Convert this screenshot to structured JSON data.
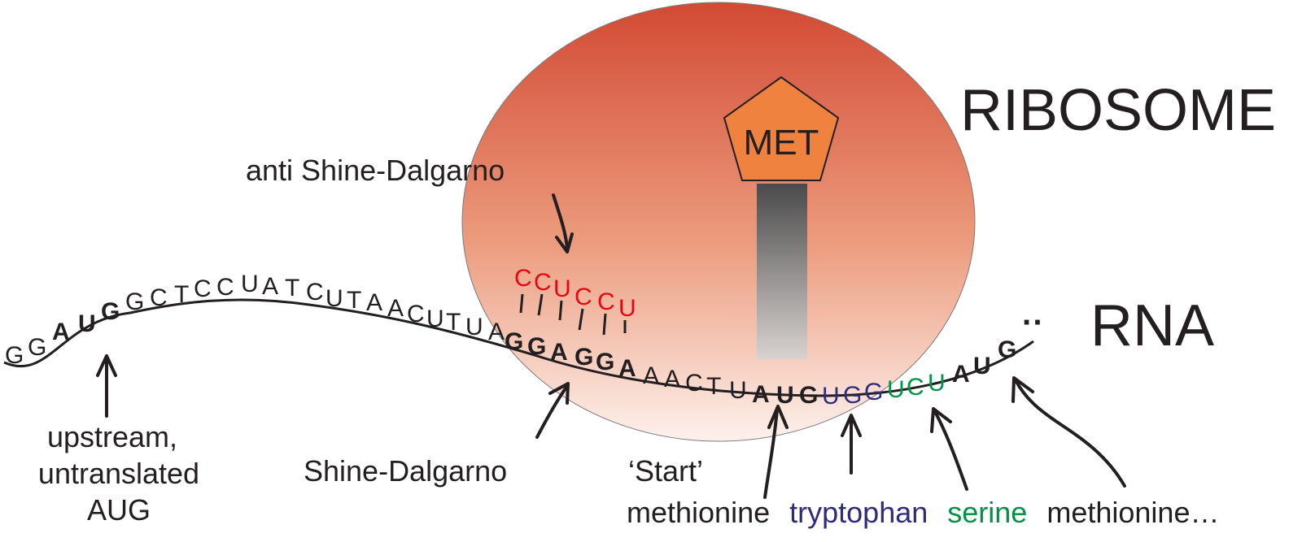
{
  "colors": {
    "ink": "#231f20",
    "ribosome_top": "#d24a33",
    "ribosome_bottom": "#fdf1ec",
    "met": "#f08240",
    "anti_sd": "#e30613",
    "tryptophan": "#2e2a7e",
    "serine": "#009245"
  },
  "labels": {
    "ribosome": "RIBOSOME",
    "rna": "RNA",
    "met": "MET",
    "anti_sd": "anti Shine-Dalgarno",
    "upstream": [
      "upstream,",
      "untranslated",
      "AUG"
    ],
    "shine_dalgarno": "Shine-Dalgarno",
    "start": "‘Start’",
    "codons": {
      "methionine": "methionine",
      "tryptophan": "tryptophan",
      "serine": "serine",
      "methionine2": "methionine…"
    },
    "ellipsis": "··"
  },
  "sequence": [
    {
      "c": "G",
      "b": false,
      "k": "ink"
    },
    {
      "c": "G",
      "b": false,
      "k": "ink"
    },
    {
      "c": "A",
      "b": true,
      "k": "ink"
    },
    {
      "c": "U",
      "b": true,
      "k": "ink"
    },
    {
      "c": "G",
      "b": true,
      "k": "ink"
    },
    {
      "c": "G",
      "b": false,
      "k": "ink"
    },
    {
      "c": "C",
      "b": false,
      "k": "ink"
    },
    {
      "c": "T",
      "b": false,
      "k": "ink"
    },
    {
      "c": "C",
      "b": false,
      "k": "ink"
    },
    {
      "c": "C",
      "b": false,
      "k": "ink"
    },
    {
      "c": "U",
      "b": false,
      "k": "ink"
    },
    {
      "c": "A",
      "b": false,
      "k": "ink"
    },
    {
      "c": "T",
      "b": false,
      "k": "ink"
    },
    {
      "c": "C",
      "b": false,
      "k": "ink"
    },
    {
      "c": "U",
      "b": false,
      "k": "ink"
    },
    {
      "c": "T",
      "b": false,
      "k": "ink"
    },
    {
      "c": "A",
      "b": false,
      "k": "ink"
    },
    {
      "c": "A",
      "b": false,
      "k": "ink"
    },
    {
      "c": "C",
      "b": false,
      "k": "ink"
    },
    {
      "c": "U",
      "b": false,
      "k": "ink"
    },
    {
      "c": "T",
      "b": false,
      "k": "ink"
    },
    {
      "c": "U",
      "b": false,
      "k": "ink"
    },
    {
      "c": "A",
      "b": false,
      "k": "ink"
    },
    {
      "c": "G",
      "b": true,
      "k": "ink"
    },
    {
      "c": "G",
      "b": true,
      "k": "ink"
    },
    {
      "c": "A",
      "b": true,
      "k": "ink"
    },
    {
      "c": "G",
      "b": true,
      "k": "ink"
    },
    {
      "c": "G",
      "b": true,
      "k": "ink"
    },
    {
      "c": "A",
      "b": true,
      "k": "ink"
    },
    {
      "c": "A",
      "b": false,
      "k": "ink"
    },
    {
      "c": "A",
      "b": false,
      "k": "ink"
    },
    {
      "c": "C",
      "b": false,
      "k": "ink"
    },
    {
      "c": "T",
      "b": false,
      "k": "ink"
    },
    {
      "c": "U",
      "b": false,
      "k": "ink"
    },
    {
      "c": "A",
      "b": true,
      "k": "ink"
    },
    {
      "c": "U",
      "b": true,
      "k": "ink"
    },
    {
      "c": "G",
      "b": true,
      "k": "ink"
    },
    {
      "c": "U",
      "b": false,
      "k": "tryptophan"
    },
    {
      "c": "G",
      "b": false,
      "k": "tryptophan"
    },
    {
      "c": "G",
      "b": false,
      "k": "tryptophan"
    },
    {
      "c": "U",
      "b": false,
      "k": "serine"
    },
    {
      "c": "C",
      "b": false,
      "k": "serine"
    },
    {
      "c": "U",
      "b": false,
      "k": "serine"
    },
    {
      "c": "A",
      "b": true,
      "k": "ink"
    },
    {
      "c": "U",
      "b": true,
      "k": "ink"
    },
    {
      "c": "G",
      "b": true,
      "k": "ink"
    }
  ],
  "anti_sequence": [
    "C",
    "C",
    "U",
    "C",
    "C",
    "U"
  ]
}
